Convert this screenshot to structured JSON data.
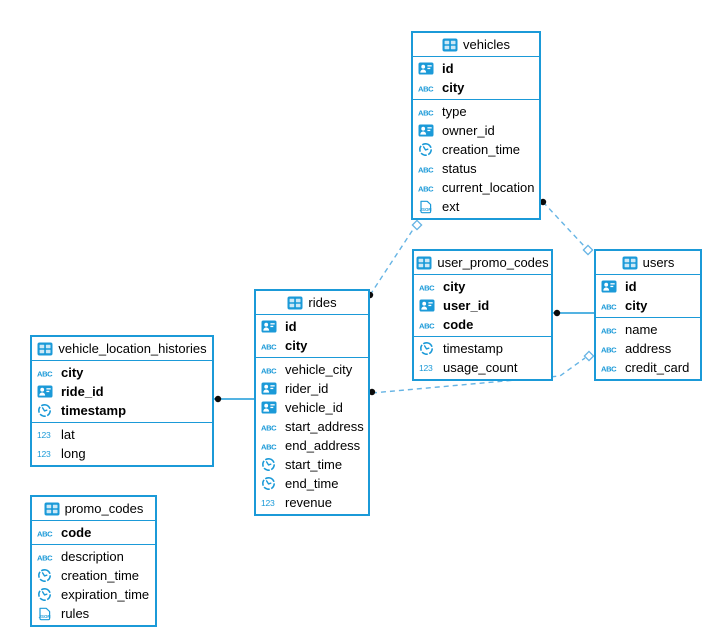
{
  "colors": {
    "accent": "#1b9ad8",
    "dashed_line": "#66b4e4",
    "solid_line": "#1b9ad8",
    "dot": "#0b0b0b",
    "text": "#000000"
  },
  "diagram": {
    "tables": [
      {
        "id": "vehicles",
        "title": "vehicles",
        "columns": [
          {
            "label": "id",
            "icon": "id-icon",
            "pk": true
          },
          {
            "label": "city",
            "icon": "text-icon",
            "pk": true
          },
          {
            "label": "type",
            "icon": "text-icon",
            "pk": false
          },
          {
            "label": "owner_id",
            "icon": "id-icon",
            "pk": false
          },
          {
            "label": "creation_time",
            "icon": "time-icon",
            "pk": false
          },
          {
            "label": "status",
            "icon": "text-icon",
            "pk": false
          },
          {
            "label": "current_location",
            "icon": "text-icon",
            "pk": false
          },
          {
            "label": "ext",
            "icon": "json-icon",
            "pk": false
          }
        ]
      },
      {
        "id": "user_promo_codes",
        "title": "user_promo_codes",
        "columns": [
          {
            "label": "city",
            "icon": "text-icon",
            "pk": true
          },
          {
            "label": "user_id",
            "icon": "id-icon",
            "pk": true
          },
          {
            "label": "code",
            "icon": "text-icon",
            "pk": true
          },
          {
            "label": "timestamp",
            "icon": "time-icon",
            "pk": false
          },
          {
            "label": "usage_count",
            "icon": "number-icon",
            "pk": false
          }
        ]
      },
      {
        "id": "users",
        "title": "users",
        "columns": [
          {
            "label": "id",
            "icon": "id-icon",
            "pk": true
          },
          {
            "label": "city",
            "icon": "text-icon",
            "pk": true
          },
          {
            "label": "name",
            "icon": "text-icon",
            "pk": false
          },
          {
            "label": "address",
            "icon": "text-icon",
            "pk": false
          },
          {
            "label": "credit_card",
            "icon": "text-icon",
            "pk": false
          }
        ]
      },
      {
        "id": "rides",
        "title": "rides",
        "columns": [
          {
            "label": "id",
            "icon": "id-icon",
            "pk": true
          },
          {
            "label": "city",
            "icon": "text-icon",
            "pk": true
          },
          {
            "label": "vehicle_city",
            "icon": "text-icon",
            "pk": false
          },
          {
            "label": "rider_id",
            "icon": "id-icon",
            "pk": false
          },
          {
            "label": "vehicle_id",
            "icon": "id-icon",
            "pk": false
          },
          {
            "label": "start_address",
            "icon": "text-icon",
            "pk": false
          },
          {
            "label": "end_address",
            "icon": "text-icon",
            "pk": false
          },
          {
            "label": "start_time",
            "icon": "time-icon",
            "pk": false
          },
          {
            "label": "end_time",
            "icon": "time-icon",
            "pk": false
          },
          {
            "label": "revenue",
            "icon": "number-icon",
            "pk": false
          }
        ]
      },
      {
        "id": "vehicle_location_histories",
        "title": "vehicle_location_histories",
        "columns": [
          {
            "label": "city",
            "icon": "text-icon",
            "pk": true
          },
          {
            "label": "ride_id",
            "icon": "id-icon",
            "pk": true
          },
          {
            "label": "timestamp",
            "icon": "time-icon",
            "pk": true
          },
          {
            "label": "lat",
            "icon": "number-icon",
            "pk": false
          },
          {
            "label": "long",
            "icon": "number-icon",
            "pk": false
          }
        ]
      },
      {
        "id": "promo_codes",
        "title": "promo_codes",
        "columns": [
          {
            "label": "code",
            "icon": "text-icon",
            "pk": true
          },
          {
            "label": "description",
            "icon": "text-icon",
            "pk": false
          },
          {
            "label": "creation_time",
            "icon": "time-icon",
            "pk": false
          },
          {
            "label": "expiration_time",
            "icon": "time-icon",
            "pk": false
          },
          {
            "label": "rules",
            "icon": "json-icon",
            "pk": false
          }
        ]
      }
    ],
    "relations": [
      {
        "from": "vehicle_location_histories",
        "to": "rides",
        "style": "solid"
      },
      {
        "from": "user_promo_codes",
        "to": "users",
        "style": "solid"
      },
      {
        "from": "rides",
        "to": "vehicles",
        "style": "dashed"
      },
      {
        "from": "vehicles",
        "to": "users",
        "style": "dashed"
      },
      {
        "from": "rides",
        "to": "users",
        "style": "dashed"
      }
    ]
  }
}
